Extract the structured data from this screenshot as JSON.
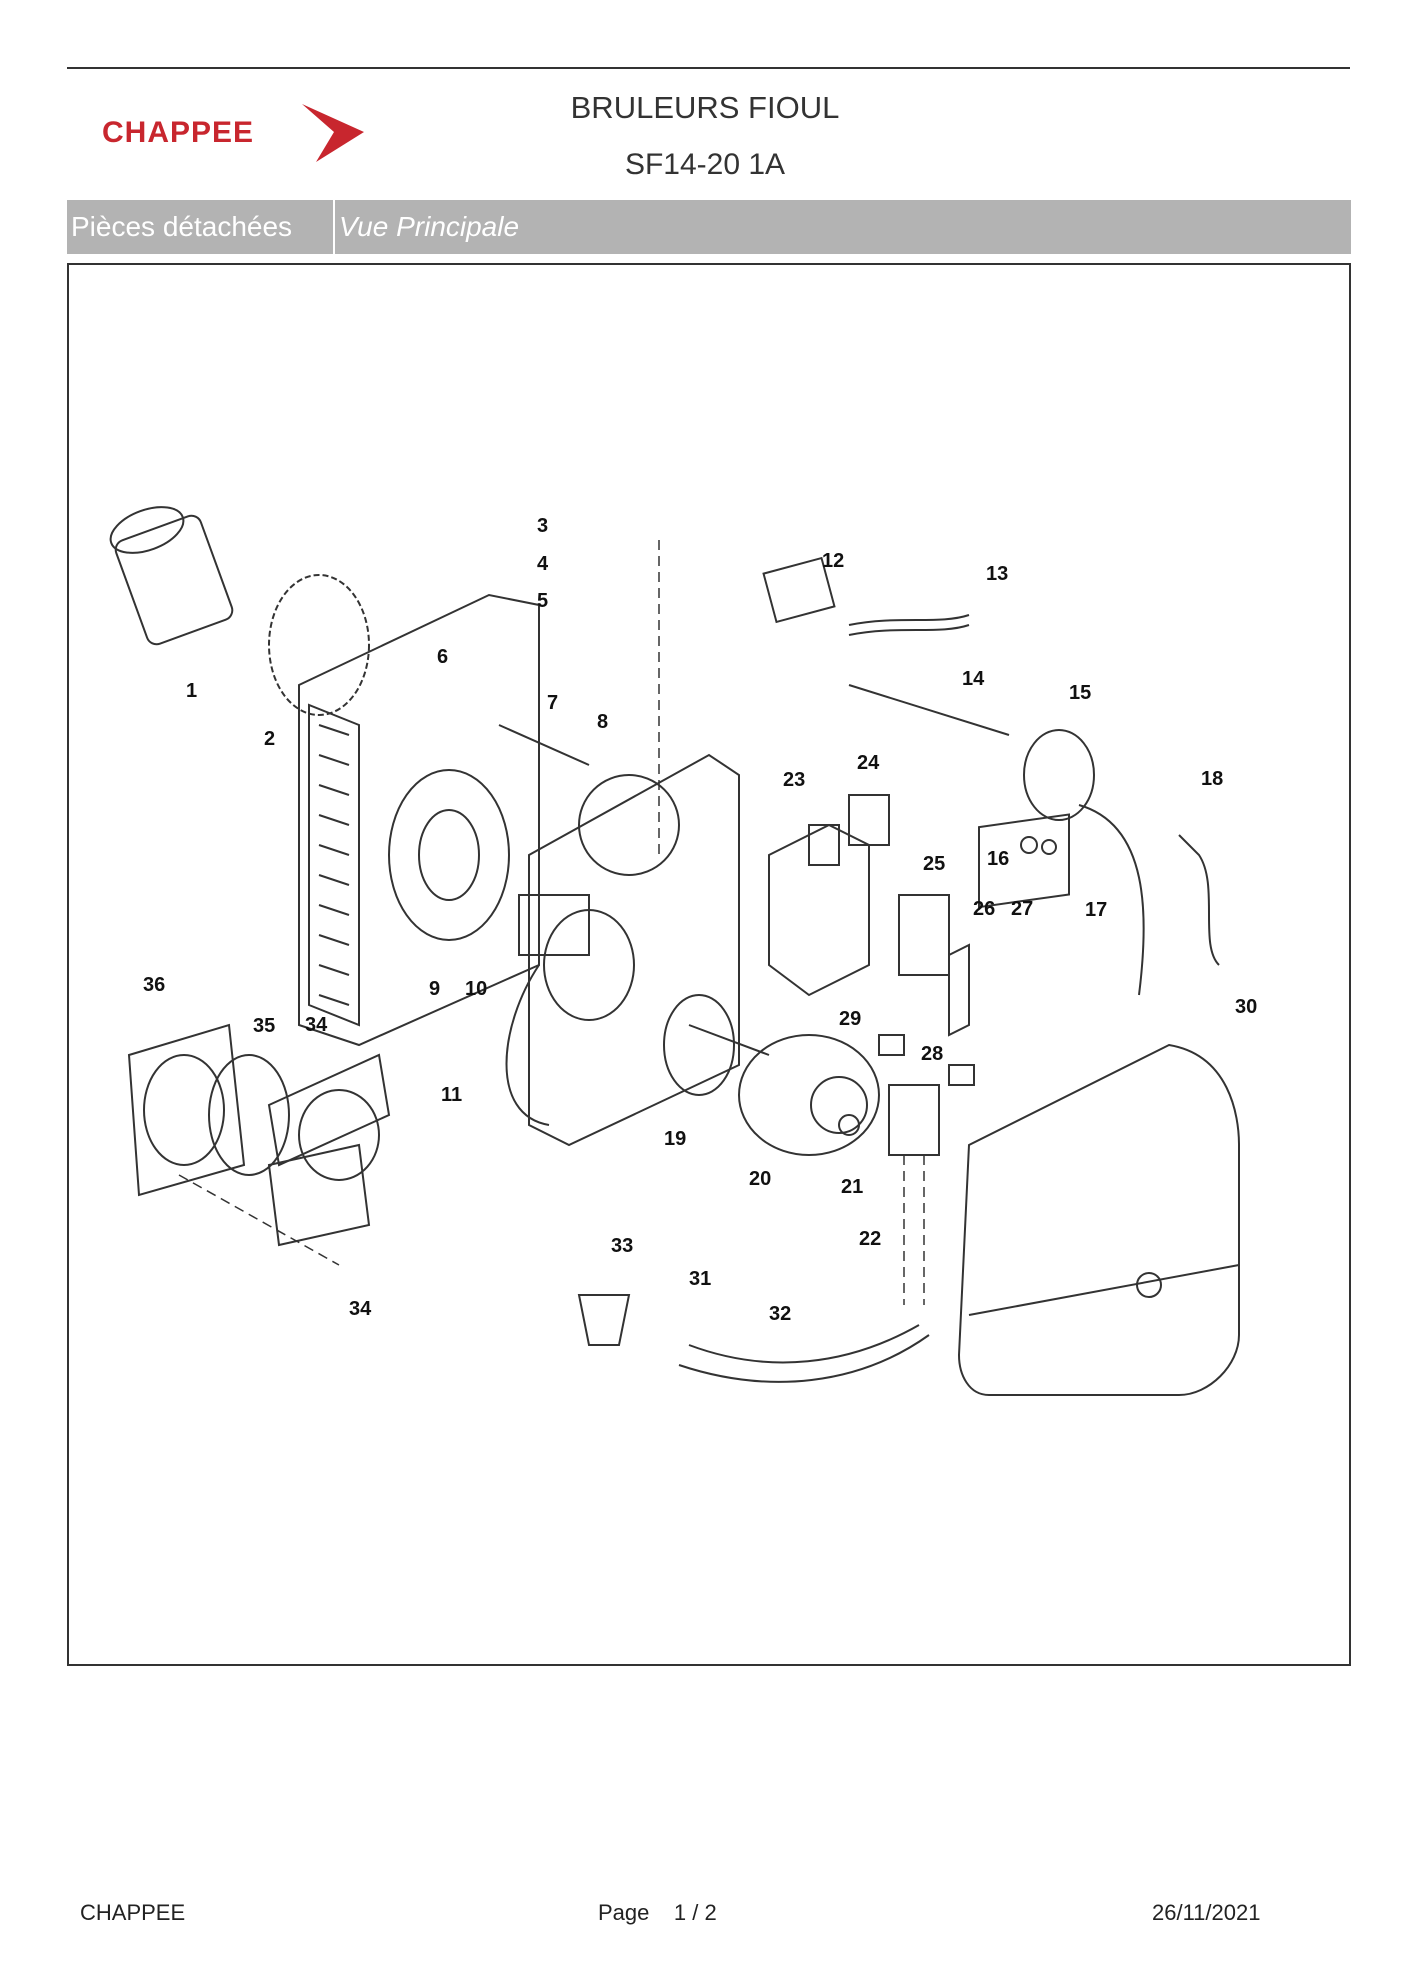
{
  "brand": "CHAPPEE",
  "title": "BRULEURS FIOUL",
  "model": "SF14-20 1A",
  "section_label": "Pièces détachées",
  "view_label": "Vue Principale",
  "diagram": {
    "part_numbers": [
      "1",
      "2",
      "3",
      "4",
      "5",
      "6",
      "7",
      "8",
      "9",
      "10",
      "11",
      "12",
      "13",
      "14",
      "15",
      "16",
      "17",
      "18",
      "19",
      "20",
      "21",
      "22",
      "23",
      "24",
      "25",
      "26",
      "27",
      "28",
      "29",
      "30",
      "31",
      "32",
      "33",
      "34",
      "34",
      "35",
      "36"
    ]
  },
  "footer": {
    "brand": "CHAPPEE",
    "page_label": "Page",
    "page_current": "1",
    "page_sep": "/",
    "page_total": "2",
    "date": "26/11/2021"
  },
  "colors": {
    "brand_red": "#c8262e",
    "bar_gray": "#b3b3b3"
  }
}
